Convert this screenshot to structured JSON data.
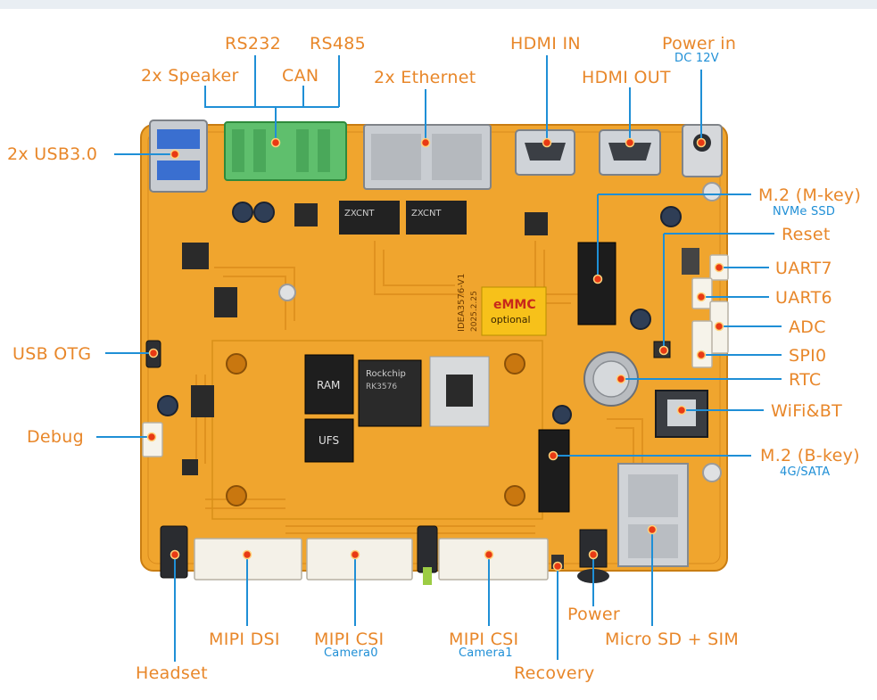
{
  "colors": {
    "label": "#e8872a",
    "sublabel": "#1f8fd6",
    "line": "#1f8fd6",
    "marker": "#e83a14",
    "board": "#f0a52e",
    "emmc": "#f7c11a"
  },
  "labels": {
    "rs232": "RS232",
    "rs485": "RS485",
    "speaker": "2x Speaker",
    "can": "CAN",
    "ethernet": "2x Ethernet",
    "hdmi_in": "HDMI IN",
    "hdmi_out": "HDMI OUT",
    "power_in": "Power in",
    "power_in_sub": "DC 12V",
    "usb3": "2x  USB3.0",
    "m2_mkey": "M.2 (M-key)",
    "m2_mkey_sub": "NVMe SSD",
    "reset": "Reset",
    "uart7": "UART7",
    "uart6": "UART6",
    "adc": "ADC",
    "spi0": "SPI0",
    "rtc": "RTC",
    "wifi_bt": "WiFi&BT",
    "m2_bkey": "M.2 (B-key)",
    "m2_bkey_sub": "4G/SATA",
    "usb_otg": "USB OTG",
    "debug": "Debug",
    "mipi_dsi": "MIPI DSI",
    "mipi_csi0": "MIPI CSI",
    "mipi_csi0_sub": "Camera0",
    "mipi_csi1": "MIPI CSI",
    "mipi_csi1_sub": "Camera1",
    "power": "Power",
    "microsd_sim": "Micro SD + SIM",
    "headset": "Headset",
    "recovery": "Recovery"
  },
  "board": {
    "ram": "RAM",
    "ufs": "UFS",
    "soc_brand": "Rockchip",
    "soc_model": "RK3576",
    "board_model": "IDEA3576-V1",
    "board_date": "2025.2.25",
    "emmc": "eMMC",
    "emmc_sub": "optional",
    "eth_chip": "ZXCNT"
  }
}
